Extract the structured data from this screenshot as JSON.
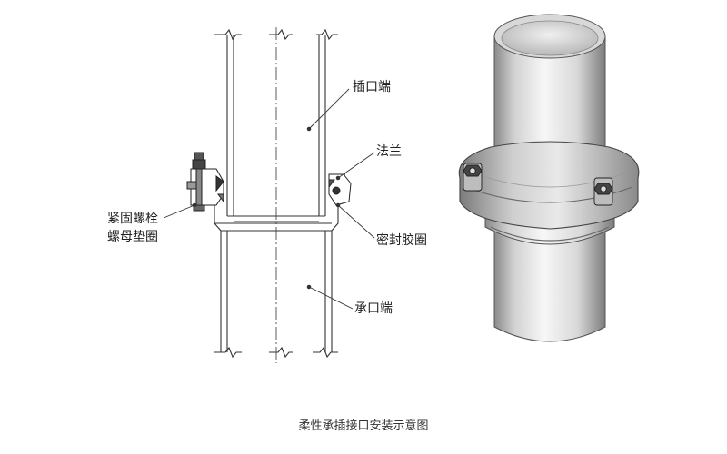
{
  "figure": {
    "labels": {
      "spigot_end": "插口端",
      "flange": "法兰",
      "fastening": [
        "紧固螺栓",
        "螺母垫圈"
      ],
      "seal_ring": "密封胶圈",
      "socket_end": "承口端"
    },
    "caption": "柔性承插接口安装示意图",
    "colors": {
      "line": "#333333",
      "pipe_light": "#f4f4f4",
      "pipe_mid": "#d2d2d2",
      "pipe_dark": "#8a8a8a",
      "clamp": "#bdbdbd"
    }
  }
}
